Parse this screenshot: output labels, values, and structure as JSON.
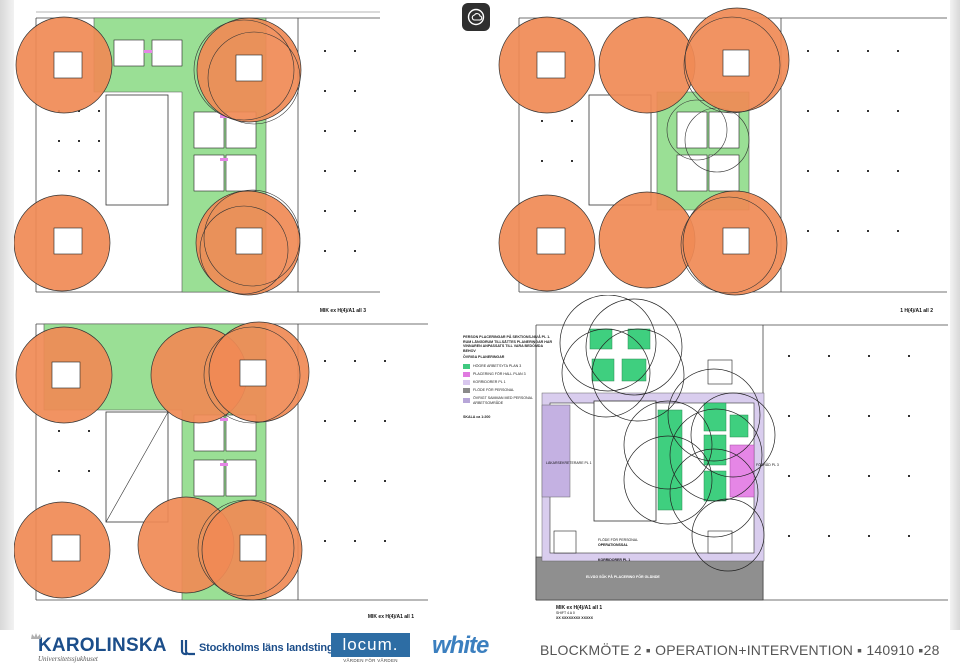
{
  "plans": {
    "top_left": {
      "caption": "MIK ex H(4)/A1 all 3"
    },
    "top_right": {
      "caption": "1 H(4)/A1 all 2"
    },
    "bottom_left": {
      "caption": "MIK ex H(4)/A1 all 1"
    },
    "bottom_right": {
      "caption": "MIK ex H(4)/A1 all 1",
      "sub_caption": "SHIFT 4 A 0",
      "caption_line3": "XX  XXXXXXXX XXXXX"
    }
  },
  "legend": {
    "note": "PERSON PLACERINGAR PÅ SEKTIONS-NIVÅ PL 1. RUM LÄNGDRUM TILLSÄTTES PLANERINGAR HAR VINNAREN ANPASSATS TILL VARA BEDÖMDA BEHOV",
    "note2": "ÖVRIGA PLANERINGAR",
    "items": [
      {
        "label": "HÖGRE ARBETSYTA PLAN 3",
        "color": "#3fc97f"
      },
      {
        "label": "PLACERING FÖR HALL PLAN 3",
        "color": "#e07ae0"
      },
      {
        "label": "KORRIDORER PL 1",
        "color": "#d8c7ee"
      },
      {
        "label": "FLÖDE FÖR PERSONAL",
        "color": "#8a8a8a"
      },
      {
        "label": "ÖVRIGT SAMMAN MED PERSONAL ARBETSOMRÅDE",
        "color": "#b7a6d8"
      }
    ],
    "scale_text": "SKALA ca 1:200"
  },
  "overlay_labels": {
    "corridor": "KORRIDORER PL 1",
    "flow": "FLÖDE FÖR PERSONAL",
    "flow_sub": "OPERATIONSSAL",
    "bottom_band": "ELVÄG SÖK PÅ PLACERING FÖR GLÄNDE",
    "left_label": "LÄKARSEKRETERARE PL 1",
    "right_label": "FÖRRÅD PL 3"
  },
  "footer": {
    "karolinska": "KAROLINSKA",
    "karolinska_sub": "Universitetssjukhuset",
    "sll": "Stockholms läns landsting",
    "locum": "locum.",
    "locum_sub": "VÅRDEN FÖR VÅRDEN",
    "white": "white",
    "title": "BLOCKMÖTE 2  ▪  OPERATION+INTERVENTION ▪ 140910 ▪28"
  },
  "colors": {
    "coverage": "#f08a55",
    "green_zone": "#9adf95",
    "green_room": "#3fcf7f",
    "pink": "#e586e6",
    "lavender": "#d9cdee",
    "gray_band": "#8f8f8f",
    "brand_blue": "#1c4e8a"
  },
  "icons": [
    "share-cloud-icon",
    "karolinska-crown-icon",
    "sll-logo-icon"
  ]
}
